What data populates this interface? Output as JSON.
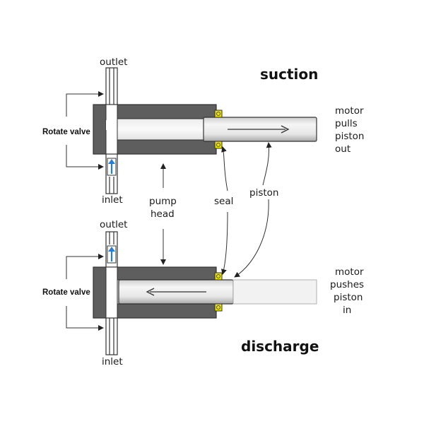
{
  "top": {
    "title": "suction",
    "outlet": "outlet",
    "inlet": "inlet",
    "valve": "Rotate valve",
    "motor_lines": [
      "motor",
      "pulls",
      "piston",
      "out"
    ]
  },
  "bottom": {
    "title": "discharge",
    "outlet": "outlet",
    "inlet": "inlet",
    "valve": "Rotate valve",
    "motor_lines": [
      "motor",
      "pushes",
      "piston",
      "in"
    ]
  },
  "labels": {
    "pump_head": [
      "pump",
      "head"
    ],
    "seal": "seal",
    "piston": "piston"
  },
  "colors": {
    "head": "#5e5e5e",
    "piston_fill": "#e4e4e4",
    "bore_fill": "#f4f4f4",
    "seal": "#e8e000",
    "flow_arrow": "#1f7fe0"
  }
}
